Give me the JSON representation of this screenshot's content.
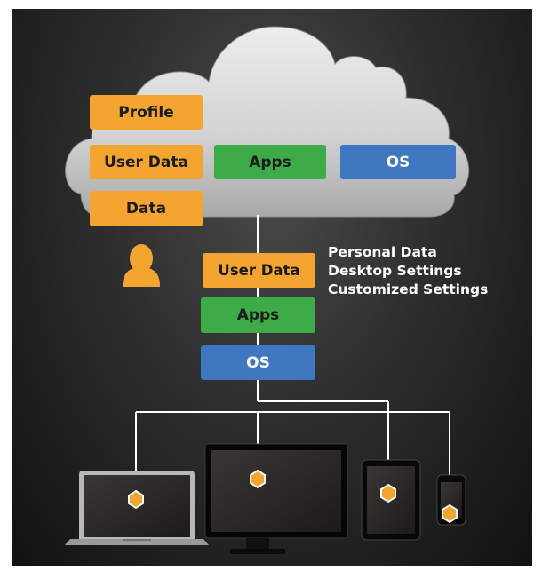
{
  "cloud": {
    "profile": "Profile",
    "user_data": "User Data",
    "data": "Data",
    "apps": "Apps",
    "os": "OS"
  },
  "stack": {
    "user_data": "User Data",
    "apps": "Apps",
    "os": "OS"
  },
  "user_details": [
    "Personal Data",
    "Desktop Settings",
    "Customized Settings"
  ],
  "devices": [
    "laptop-icon",
    "monitor-icon",
    "tablet-icon",
    "phone-icon"
  ],
  "colors": {
    "orange": "#f4a52f",
    "green": "#3dab48",
    "blue": "#3f78c0",
    "cloud": "#d9d9d9",
    "connector": "#ffffff"
  }
}
